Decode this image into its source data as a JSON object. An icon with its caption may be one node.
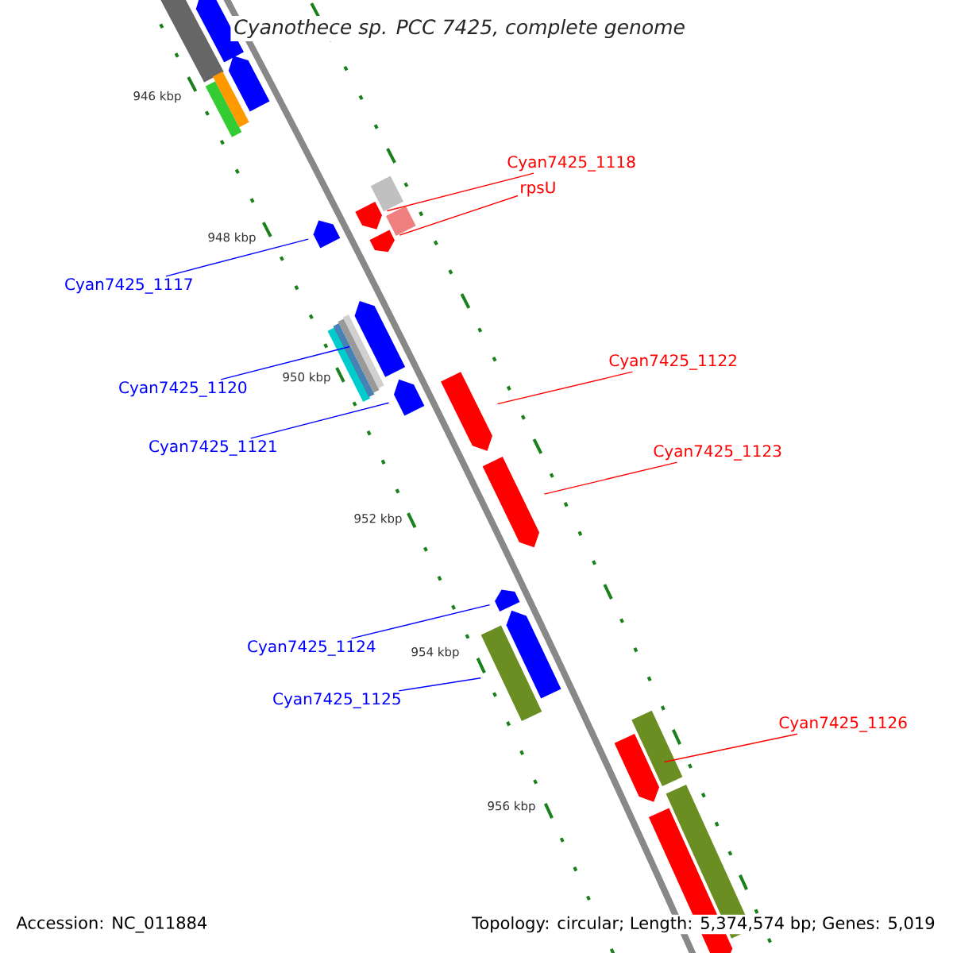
{
  "diagram": {
    "title": "Cyanothece sp. PCC 7425, complete genome",
    "nodes": [
      {
        "text": [
          "Cyan7425_1118"
        ]
      },
      {
        "text": [
          "rpsU"
        ]
      },
      {
        "text": [
          "Cyan7425_1117"
        ]
      },
      {
        "text": [
          "Cyan7425_1122"
        ]
      },
      {
        "text": [
          "Cyan7425_1120"
        ]
      },
      {
        "text": [
          "Cyan7425_1121"
        ]
      },
      {
        "text": [
          "Cyan7425_1123"
        ]
      },
      {
        "text": [
          "Cyan7425_1124"
        ]
      },
      {
        "text": [
          "Cyan7425_1125"
        ]
      },
      {
        "text": [
          "Cyan7425_1126"
        ]
      },
      {
        "text": [],
        "shape": "bar"
      },
      {
        "text": [],
        "shape": "bar"
      },
      {
        "text": [],
        "shape": "bar"
      },
      {
        "text": [],
        "shape": "bar"
      },
      {
        "text": [],
        "shape": "bar"
      },
      {
        "text": [],
        "shape": "bar"
      },
      {
        "text": [],
        "shape": "bar"
      },
      {
        "text": [],
        "shape": "bar"
      },
      {
        "text": [],
        "shape": "bar"
      },
      {
        "text": [],
        "shape": "bar"
      },
      {
        "text": [],
        "shape": "bar"
      },
      {
        "text": [],
        "shape": "bar"
      },
      {
        "text": [],
        "shape": "bar"
      },
      {
        "text": [],
        "shape": "bar"
      },
      {
        "text": [],
        "shape": "bar"
      },
      {
        "text": [],
        "shape": "bar"
      },
      {
        "text": [],
        "shape": "bar"
      },
      {
        "text": [],
        "shape": "bar"
      },
      {
        "text": [],
        "shape": "bar"
      },
      {
        "text": [],
        "shape": "bar"
      },
      {
        "text": [],
        "shape": "bar"
      },
      {
        "text": [],
        "shape": "bar"
      },
      {
        "text": [],
        "shape": "bar"
      },
      {
        "text": [],
        "shape": "bar"
      },
      {
        "text": [],
        "shape": "bar"
      }
    ],
    "edges": [
      {
        "from": 0,
        "to": 10,
        "arrow": "none"
      },
      {
        "from": 1,
        "to": 11,
        "arrow": "none"
      },
      {
        "from": 2,
        "to": 12,
        "arrow": "none",
        "color": "#0000ff"
      },
      {
        "from": 3,
        "to": 13,
        "arrow": "none"
      },
      {
        "from": 4,
        "to": 14,
        "arrow": "none",
        "color": "#0000ff"
      },
      {
        "from": 5,
        "to": 15,
        "arrow": "none",
        "color": "#0000ff"
      },
      {
        "from": 6,
        "to": 16,
        "arrow": "none"
      },
      {
        "from": 7,
        "to": 17,
        "arrow": "none",
        "color": "#0000ff"
      },
      {
        "from": 8,
        "to": 31,
        "arrow": "none",
        "color": "#0000ff"
      },
      {
        "from": 9,
        "to": 19,
        "arrow": "none"
      }
    ],
    "labels": [
      "946 kbp",
      "948 kbp",
      "950 kbp",
      "952 kbp",
      "954 kbp",
      "956 kbp",
      "Accession: NC_011884",
      "Topology: circular; Length: 5,374,574 bp; Genes: 5,019"
    ]
  }
}
